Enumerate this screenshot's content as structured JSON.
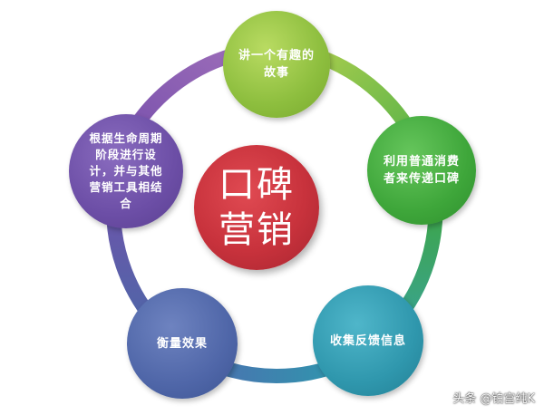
{
  "diagram": {
    "center": "口碑营销",
    "nodes": {
      "top": "讲一个有趣的故事",
      "right": "利用普通消费者来传递口碑",
      "bottom_right": "收集反馈信息",
      "bottom_left": "衡量效果",
      "left": "根据生命周期阶段进行设计，并与其他营销工具相结合"
    },
    "colors": {
      "center": "#c8323c",
      "top": "#8dbe3e",
      "right": "#3ea63a",
      "bottom_right": "#2f97ad",
      "bottom_left": "#4f66a8",
      "left": "#6c4ea6"
    }
  },
  "watermark": "头条 @铂宫纯K"
}
